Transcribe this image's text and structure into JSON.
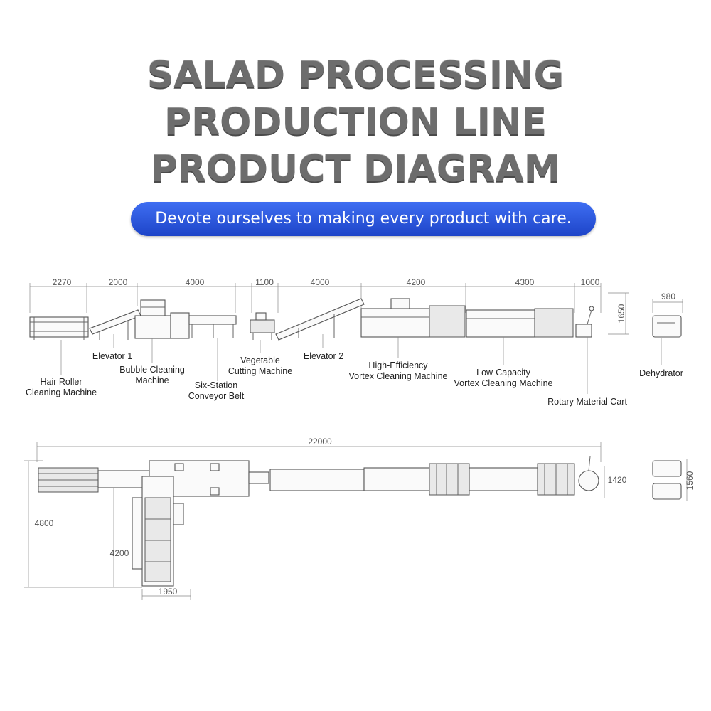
{
  "title": {
    "line1": "SALAD PROCESSING",
    "line2": "PRODUCTION LINE",
    "line3": "PRODUCT DIAGRAM"
  },
  "tagline": "Devote ourselves to making every product with care.",
  "side_view": {
    "dimensions": [
      "2270",
      "2000",
      "4000",
      "1100",
      "4000",
      "4200",
      "4300",
      "1000",
      "980"
    ],
    "height": "1650",
    "labels": {
      "hair_roller_1": "Hair Roller",
      "hair_roller_2": "Cleaning Machine",
      "elevator_1": "Elevator 1",
      "bubble_1": "Bubble Cleaning",
      "bubble_2": "Machine",
      "six_station_1": "Six-Station",
      "six_station_2": "Conveyor Belt",
      "cutting_1": "Vegetable",
      "cutting_2": "Cutting Machine",
      "elevator_2": "Elevator 2",
      "high_eff_1": "High-Efficiency",
      "high_eff_2": "Vortex Cleaning Machine",
      "low_cap_1": "Low-Capacity",
      "low_cap_2": "Vortex Cleaning Machine",
      "cart": "Rotary Material Cart",
      "dehydrator": "Dehydrator"
    }
  },
  "top_view": {
    "total_length": "22000",
    "total_width": "4800",
    "branch_length": "4200",
    "branch_width": "1950",
    "line_width": "1420",
    "dehydrator_size": "1560"
  }
}
